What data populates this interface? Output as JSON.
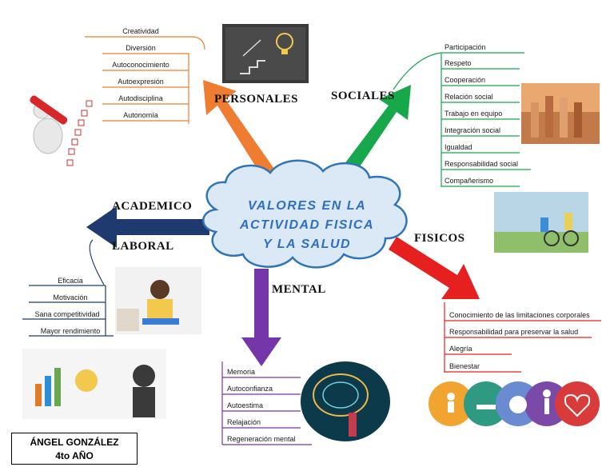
{
  "center": {
    "lines": [
      "VALORES EN LA",
      "ACTIVIDAD FISICA",
      "Y LA SALUD"
    ]
  },
  "headings": {
    "personales": "PERSONALES",
    "sociales": "SOCIALES",
    "academico": "ACADEMICO",
    "laboral": "LABORAL",
    "fisicos": "FISICOS",
    "mental": "MENTAL"
  },
  "personales_items": [
    "Creatividad",
    "Diversión",
    "Autoconocimiento",
    "Autoexpresión",
    "Autodisciplina",
    "Autonomía"
  ],
  "sociales_items": [
    "Participación",
    "Respeto",
    "Cooperación",
    "Relación social",
    "Trabajo en equipo",
    "Integración social",
    "Igualdad",
    "Responsabilidad social",
    "Compañerismo"
  ],
  "laboral_items": [
    "Eficacia",
    "Motivación",
    "Sana competitividad",
    "Mayor rendimiento"
  ],
  "mental_items": [
    "Memoria",
    "Autoconfianza",
    "Autoestima",
    "Relajación",
    "Regeneración mental"
  ],
  "fisicos_items": [
    "Conocimiento de las limitaciones corporales",
    "Responsabilidad para preservar la salud",
    "Alegría",
    "Bienestar"
  ],
  "author": {
    "name": "ÁNGEL GONZÁLEZ",
    "grade": "4to AÑO"
  },
  "colors": {
    "personales": "#ee7d31",
    "sociales": "#16a84a",
    "laboral": "#1f3a6e",
    "mental": "#7436a8",
    "fisicos": "#e6201f",
    "cloud_fill": "#dbe8f6",
    "cloud_stroke": "#2f75b5"
  }
}
